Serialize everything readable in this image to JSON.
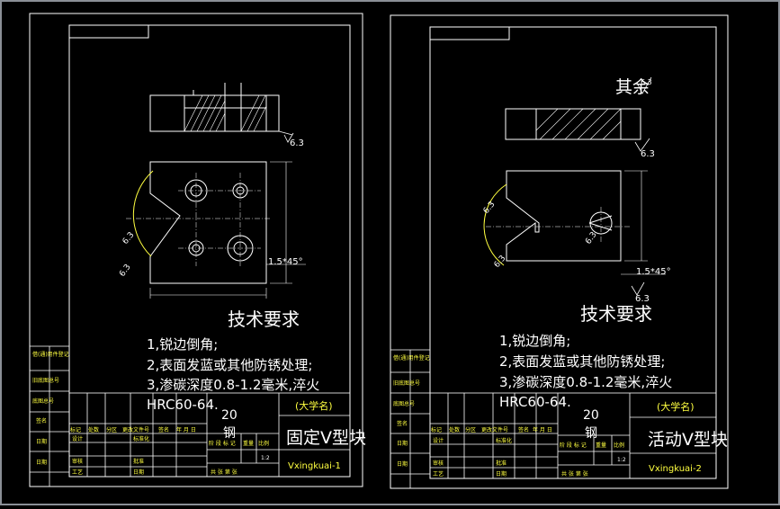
{
  "sheets": [
    {
      "title": "固定V型块",
      "code": "Vxingkuai-1",
      "school": "(大学名)",
      "quantity": "20",
      "material": "钢",
      "scale": "1:2",
      "roughness": "6.3",
      "chamfer": "1.5*45°",
      "tech_title": "技术要求",
      "tech_lines": [
        "1,锐边倒角;",
        "2,表面发蓝或其他防锈处理;",
        "3,渗碳深度0.8-1.2毫米,淬火",
        "HRC60-64."
      ],
      "left_labels": [
        "借(通)用件登记",
        "旧底图总号",
        "底图总号",
        "签名",
        "日期",
        "日期"
      ],
      "tb_row_labels": [
        "标记",
        "处数",
        "分区",
        "更改文件号",
        "签名",
        "年 月 日"
      ],
      "tb_left_labels": [
        "设计",
        "审核",
        "工艺"
      ],
      "tb_mid_labels": [
        "标准化",
        "批准",
        "日期"
      ],
      "tb_stage_labels": [
        "阶 段 标 记",
        "重量",
        "比例"
      ],
      "tb_sheet_label": "共  张 第  张"
    },
    {
      "title": "活动V型块",
      "code": "Vxingkuai-2",
      "school": "(大学名)",
      "quantity": "20",
      "material": "钢",
      "scale": "1:2",
      "roughness": "6.3",
      "chamfer": "1.5*45°",
      "rest_label": "其余",
      "tech_title": "技术要求",
      "tech_lines": [
        "1,锐边倒角;",
        "2,表面发蓝或其他防锈处理;",
        "3,渗碳深度0.8-1.2毫米,淬火",
        "HRC60-64."
      ],
      "left_labels": [
        "借(通)用件登记",
        "旧底图总号",
        "底图总号",
        "签名",
        "日期",
        "日期"
      ],
      "tb_row_labels": [
        "标记",
        "处数",
        "分区",
        "更改文件号",
        "签名",
        "年 月 日"
      ],
      "tb_left_labels": [
        "设计",
        "审核",
        "工艺"
      ],
      "tb_mid_labels": [
        "标准化",
        "批准",
        "日期"
      ],
      "tb_stage_labels": [
        "阶 段 标 记",
        "重量",
        "比例"
      ],
      "tb_sheet_label": "共  张 第  张"
    }
  ],
  "colors": {
    "background": "#000000",
    "frame": "#ffffff",
    "text": "#ffffff",
    "dim": "#ffff40",
    "window_border": "#8a8f96"
  }
}
